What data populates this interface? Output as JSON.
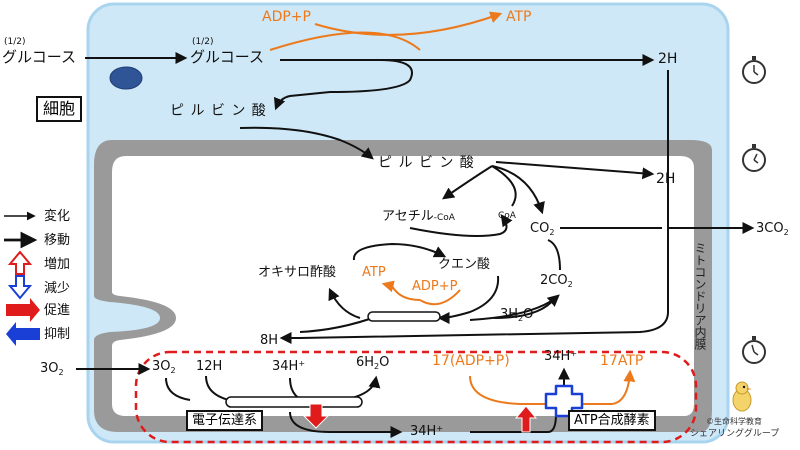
{
  "labels": {
    "adp_p_top": "ADP+P",
    "atp_top": "ATP",
    "glucose_fraction_left": "(1/2)",
    "glucose_left": "グルコース",
    "glucose_fraction_mid": "(1/2)",
    "glucose_mid": "グルコース",
    "two_h_top": "2H",
    "cell": "細胞",
    "pyruvate_cytosol": "ピ ル ビ ン 酸",
    "pyruvate_mito": "ピ ル ビ ン 酸",
    "two_h_mito": "2H",
    "acetyl": "アセチル",
    "acetyl_coa_suffix": "-CoA",
    "coa": "CoA",
    "co2": "CO",
    "co2_sub": "2",
    "three_co2": "3CO",
    "three_co2_sub": "2",
    "citric": "クエン酸",
    "oxaloacetate": "オキサロ酢酸",
    "atp_cycle": "ATP",
    "adp_p_cycle": "ADP+P",
    "two_co2": "2CO",
    "two_co2_sub": "2",
    "three_h2o_a": "3H",
    "three_h2o_sub": "2",
    "three_h2o_b": "O",
    "eight_h": "8H",
    "o2_outside": "3O",
    "o2_outside_sub": "2",
    "o2_inside": "3O",
    "o2_inside_sub": "2",
    "twelve_h": "12H",
    "h34_left": "34H",
    "h34_left_sup": "+",
    "h2o6_a": "6H",
    "h2o6_sub": "2",
    "h2o6_b": "O",
    "adp17": "17(ADP+P)",
    "h34_top": "34H",
    "h34_top_sup": "+",
    "atp17": "17ATP",
    "etc": "電子伝達系",
    "h34_bottom": "34H",
    "h34_bottom_sup": "+",
    "atp_synthase": "ATP合成酵素",
    "mito_membrane": "ミトコンドリア内膜",
    "copyright_line1": "©生命科学教育",
    "copyright_line2": "シェアリンググループ"
  },
  "legend": {
    "change": "変化",
    "move": "移動",
    "increase": "増加",
    "decrease": "減少",
    "promote": "促進",
    "inhibit": "抑制"
  },
  "colors": {
    "cell_fill": "#cfe8f7",
    "cell_border": "#a9d4ef",
    "membrane_gray": "#9a9a9a",
    "orange": "#ec7a1c",
    "red": "#e01b1b",
    "blue": "#1a3fd6",
    "nucleus_blue": "#2f5597"
  }
}
